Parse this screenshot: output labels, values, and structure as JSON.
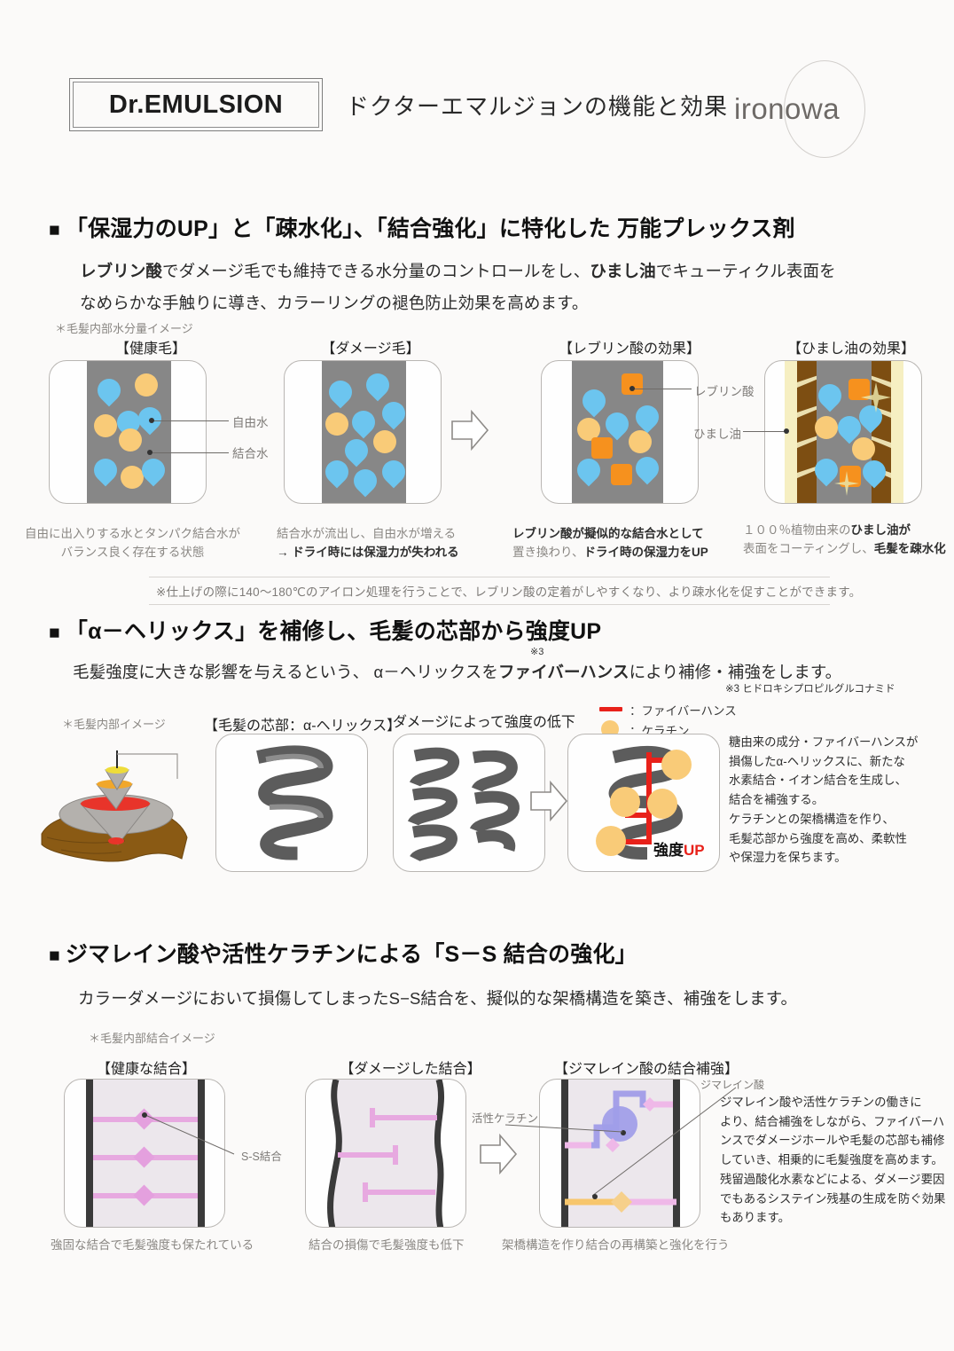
{
  "header": {
    "logo": "Dr.EMULSION",
    "subtitle": "ドクターエマルジョンの機能と効果",
    "brand": "ironowa"
  },
  "section1": {
    "heading_mark": "■",
    "heading": "「保湿力のUP」と「疎水化」、「結合強化」に特化した 万能プレックス剤",
    "body_line1_a": "レブリン酸",
    "body_line1_b": "でダメージ毛でも維持できる水分量のコントロールをし、",
    "body_line1_c": "ひまし油",
    "body_line1_d": "でキューティクル表面を",
    "body_line2": "なめらかな手触りに導き、カラーリングの褪色防止効果を高めます。",
    "note_star": "＊毛髪内部水分量イメージ",
    "panels": [
      {
        "title": "【健康毛】",
        "caption_line1": "自由に出入りする水とタンパク結合水が",
        "caption_line2": "バランス良く存在する状態"
      },
      {
        "title": "【ダメージ毛】",
        "caption_line1": "結合水が流出し、自由水が増える",
        "caption_line2": "→ ドライ時には保湿力が失われる"
      },
      {
        "title": "【レブリン酸の効果】",
        "caption_line1": "レブリン酸が擬似的な結合水として",
        "caption_line2_a": "置き換わり、",
        "caption_line2_b": "ドライ時の保湿力をUP"
      },
      {
        "title": "【ひまし油の効果】",
        "caption_line1_a": "１００％植物由来の",
        "caption_line1_b": "ひまし油が",
        "caption_line2_a": "表面をコーティングし、",
        "caption_line2_b": "毛髪を疎水化"
      }
    ],
    "labels": {
      "free_water": "自由水",
      "bound_water": "結合水",
      "levulinic_acid": "レブリン酸",
      "castor_oil": "ひまし油"
    },
    "note_bar": "※仕上げの際に140〜180℃のアイロン処理を行うことで、レブリン酸の定着がしやすくなり、より疎水化を促すことができます。"
  },
  "section2": {
    "heading_mark": "■",
    "heading": "「α－ヘリックス」を補修し、毛髪の芯部から強度UP",
    "body_a": "毛髪強度に大きな影響を与えるという、 α－ヘリックスを",
    "body_b": "ファイバーハンス",
    "body_c": "により補修・補強をします。",
    "sup_marker": "※3",
    "footnote": "※3 ヒドロキシプロピルグルコナミド",
    "note_star": "＊毛髪内部イメージ",
    "panel1_title": "【毛髪の芯部：α-ヘリックス】",
    "panel2_title": "ダメージによって強度の低下",
    "legend": [
      {
        "label": "：ファイバーハンス",
        "type": "line",
        "color": "#e8211a"
      },
      {
        "label": "：ケラチン",
        "type": "circle",
        "color": "#f9cb78"
      }
    ],
    "strength_up_text": "強度",
    "strength_up_accent": "UP",
    "side_text": "糖由来の成分・ファイバーハンスが\n損傷したα-ヘリックスに、新たな\n水素結合・イオン結合を生成し、\n結合を補強する。\nケラチンとの架橋構造を作り、\n毛髪芯部から強度を高め、柔軟性\nや保湿力を保ちます。"
  },
  "section3": {
    "heading_mark": "■",
    "heading": "ジマレイン酸や活性ケラチンによる「S－S 結合の強化」",
    "body": "カラーダメージにおいて損傷してしまったS−S結合を、擬似的な架橋構造を築き、補強をします。",
    "note_star": "＊毛髪内部結合イメージ",
    "panels": [
      {
        "title": "【健康な結合】",
        "caption": "強固な結合で毛髪強度も保たれている"
      },
      {
        "title": "【ダメージした結合】",
        "caption": "結合の損傷で毛髪強度も低下"
      },
      {
        "title": "【ジマレイン酸の結合補強】",
        "caption": "架橋構造を作り結合の再構築と強化を行う"
      }
    ],
    "labels": {
      "ss_bond": "S-S結合",
      "active_keratin": "活性ケラチン",
      "dimaleic_acid": "ジマレイン酸"
    },
    "side_text": "ジマレイン酸や活性ケラチンの働きに\nより、結合補強をしながら、ファイバーハ\nンスでダメージホールや毛髪の芯部も補修\nしていき、相乗的に毛髪強度を高めます。\n残留過酸化水素などによる、ダメージ要因\nでもあるシステイン残基の生成を防ぐ効果\nもあります。"
  },
  "colors": {
    "free_water": "#6cc5ef",
    "bound_water": "#f9cb78",
    "levulinic": "#f6911e",
    "hair_core": "#878787",
    "accent_red": "#e8211a",
    "bond_pink": "#e7a9e0",
    "keratin_purple": "#9f9de8",
    "cuticle_brown": "#7d4e12"
  }
}
